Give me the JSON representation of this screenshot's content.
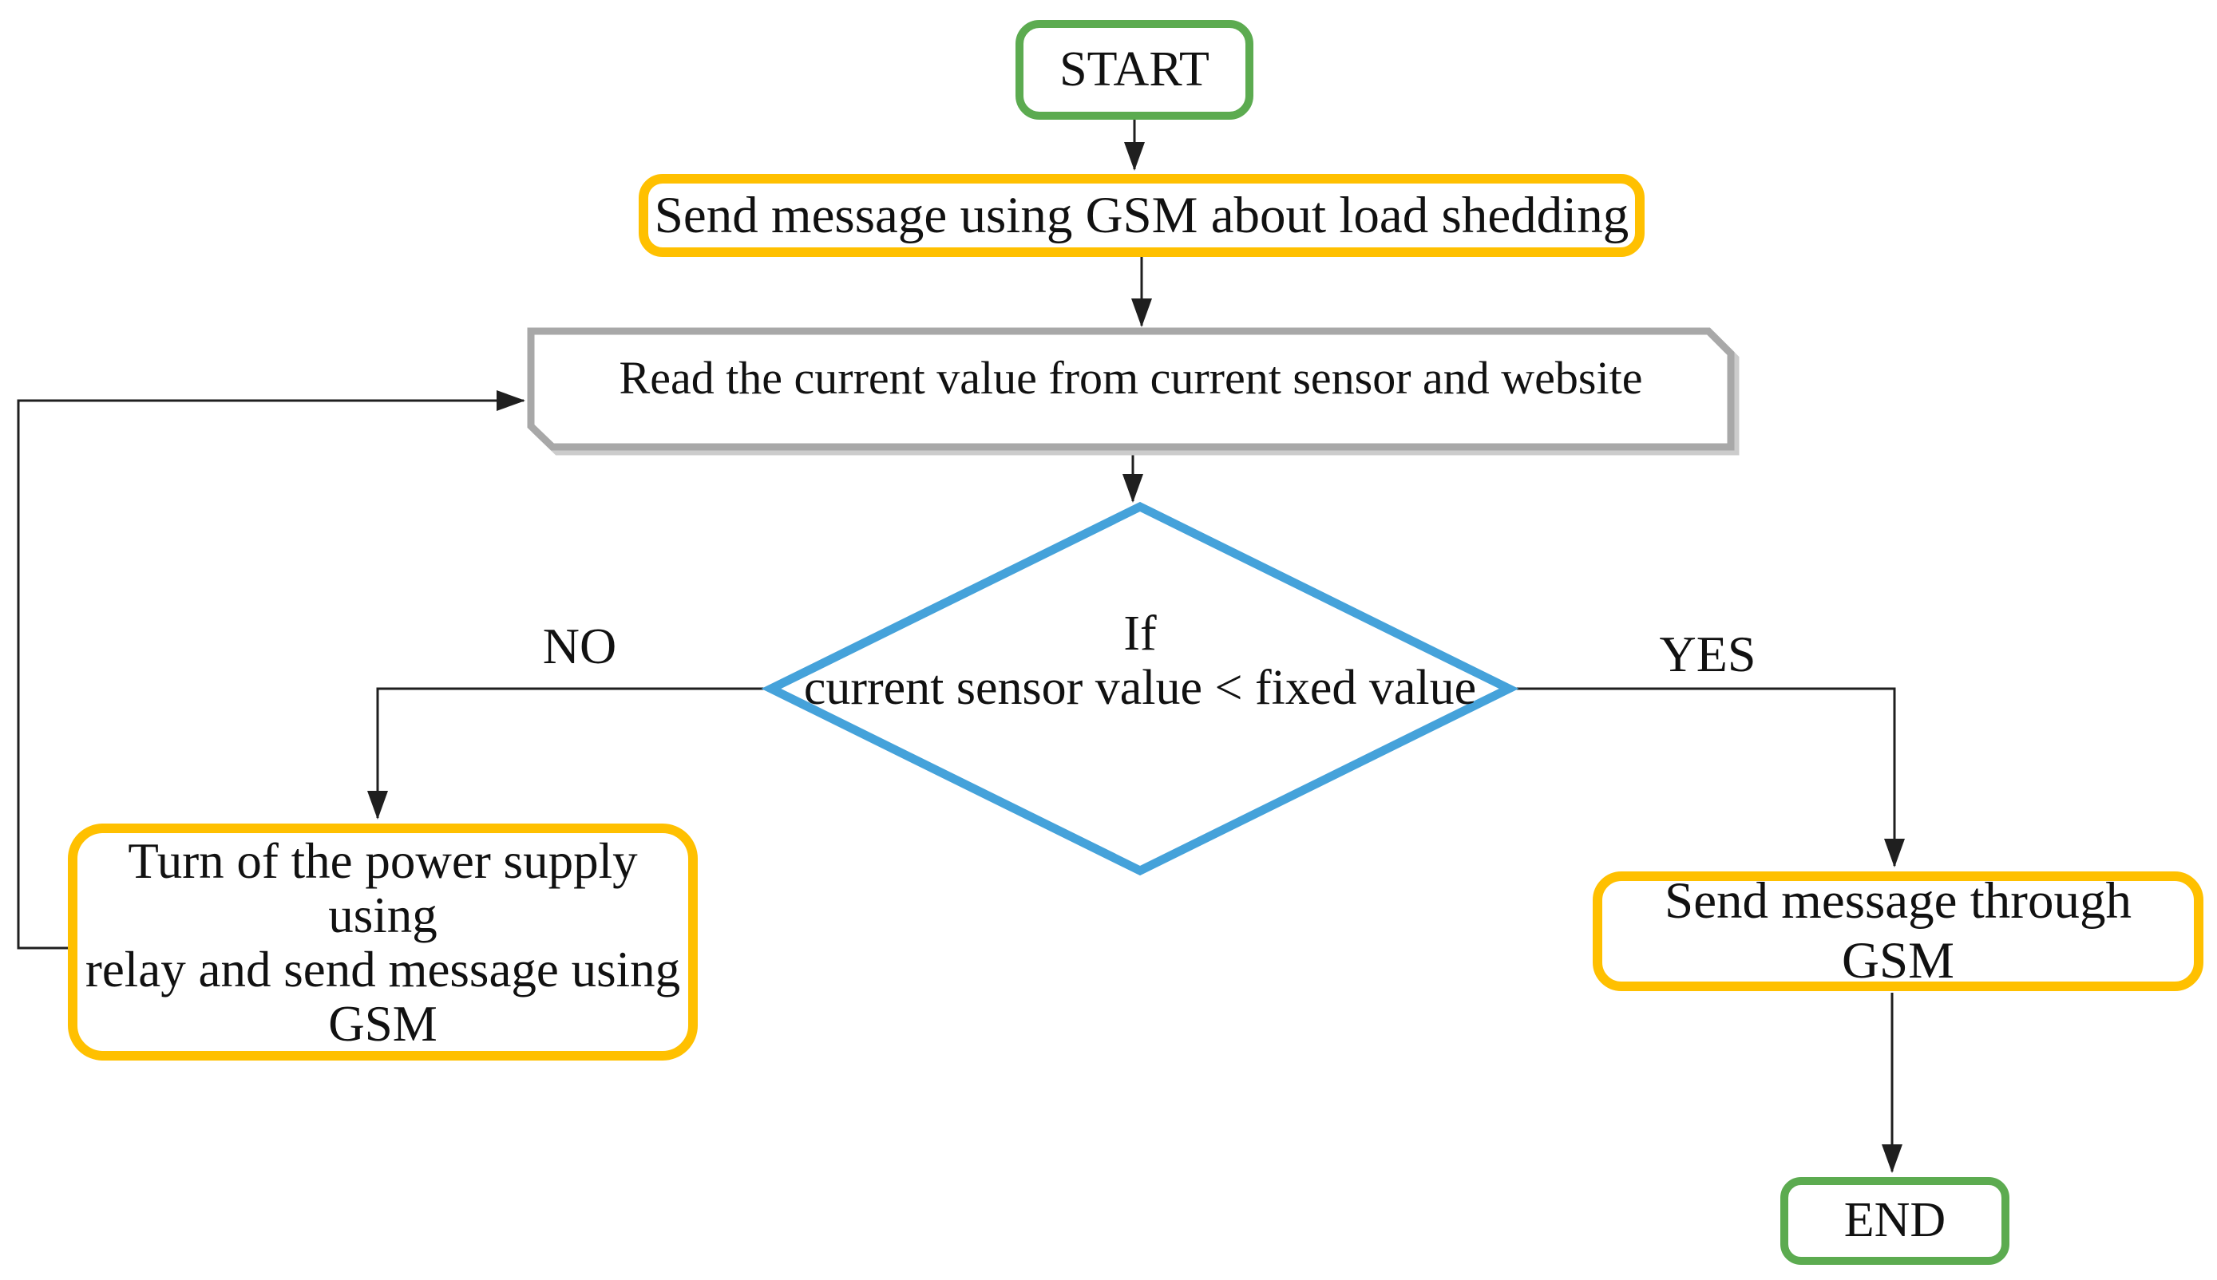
{
  "colors": {
    "terminator_border": "#5CAB50",
    "process_border": "#FFC000",
    "io_border": "#A8A8A8",
    "io_shadow": "#CCCCCC",
    "decision_border": "#45A2DA",
    "connector": "#1F1F1F",
    "text": "#111111",
    "background": "#FFFFFF"
  },
  "flowchart": {
    "nodes": [
      {
        "id": "start",
        "shape": "rounded-rectangle",
        "role": "terminator",
        "label": "START"
      },
      {
        "id": "send-gsm-load-shedding",
        "shape": "rounded-rectangle",
        "role": "process",
        "label": "Send message using GSM about load shedding"
      },
      {
        "id": "read-current-value",
        "shape": "rectangle-notched-corners",
        "role": "process",
        "label": "Read the current value from current sensor and website"
      },
      {
        "id": "if-current-less-than-fixed",
        "shape": "diamond",
        "role": "decision",
        "lines": [
          "If",
          "current sensor value < fixed value"
        ]
      },
      {
        "id": "turn-off-power-supply",
        "shape": "rounded-rectangle",
        "role": "process",
        "lines": [
          "Turn of the power supply using",
          "relay and send message using",
          "GSM"
        ]
      },
      {
        "id": "send-message-through-gsm",
        "shape": "rounded-rectangle",
        "role": "process",
        "label": "Send message through GSM"
      },
      {
        "id": "end",
        "shape": "rounded-rectangle",
        "role": "terminator",
        "label": "END"
      }
    ],
    "edges": [
      {
        "from": "start",
        "to": "send-gsm-load-shedding",
        "label": ""
      },
      {
        "from": "send-gsm-load-shedding",
        "to": "read-current-value",
        "label": ""
      },
      {
        "from": "read-current-value",
        "to": "if-current-less-than-fixed",
        "label": ""
      },
      {
        "from": "if-current-less-than-fixed",
        "to": "turn-off-power-supply",
        "label": "NO"
      },
      {
        "from": "if-current-less-than-fixed",
        "to": "send-message-through-gsm",
        "label": "YES"
      },
      {
        "from": "send-message-through-gsm",
        "to": "end",
        "label": ""
      },
      {
        "from": "turn-off-power-supply",
        "to": "read-current-value",
        "label": ""
      }
    ]
  }
}
